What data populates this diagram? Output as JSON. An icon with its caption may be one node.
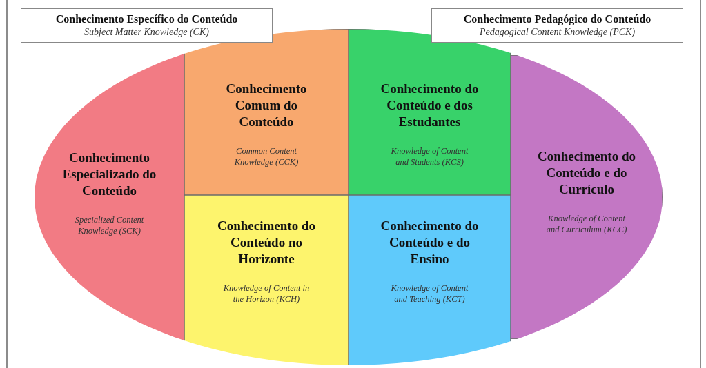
{
  "diagram": {
    "nodes": [
      {
        "text": [
          "Conhecimento Específico do Conteúdo",
          "Subject Matter Knowledge (CK)"
        ]
      },
      {
        "text": [
          "Conhecimento Pedagógico do Conteúdo",
          "Pedagogical Content Knowledge (PCK)"
        ]
      },
      {
        "text": [
          "Conhecimento Especializado do Conteúdo",
          "Specialized Content Knowledge (SCK)"
        ]
      },
      {
        "text": [
          "Conhecimento Comum do Conteúdo",
          "Common Content Knowledge (CCK)"
        ]
      },
      {
        "text": [
          "Conhecimento do Conteúdo e dos Estudantes",
          "Knowledge of Content and Students (KCS)"
        ]
      },
      {
        "text": [
          "Conhecimento do Conteúdo e do Currículo",
          "Knowledge of Content and Curriculum (KCC)"
        ]
      },
      {
        "text": [
          "Conhecimento do Conteúdo no Horizonte",
          "Knowledge of Content in the Horizon (KCH)"
        ]
      },
      {
        "text": [
          "Conhecimento do Conteúdo e do Ensino",
          "Knowledge of Content and Teaching (KCT)"
        ]
      }
    ]
  }
}
